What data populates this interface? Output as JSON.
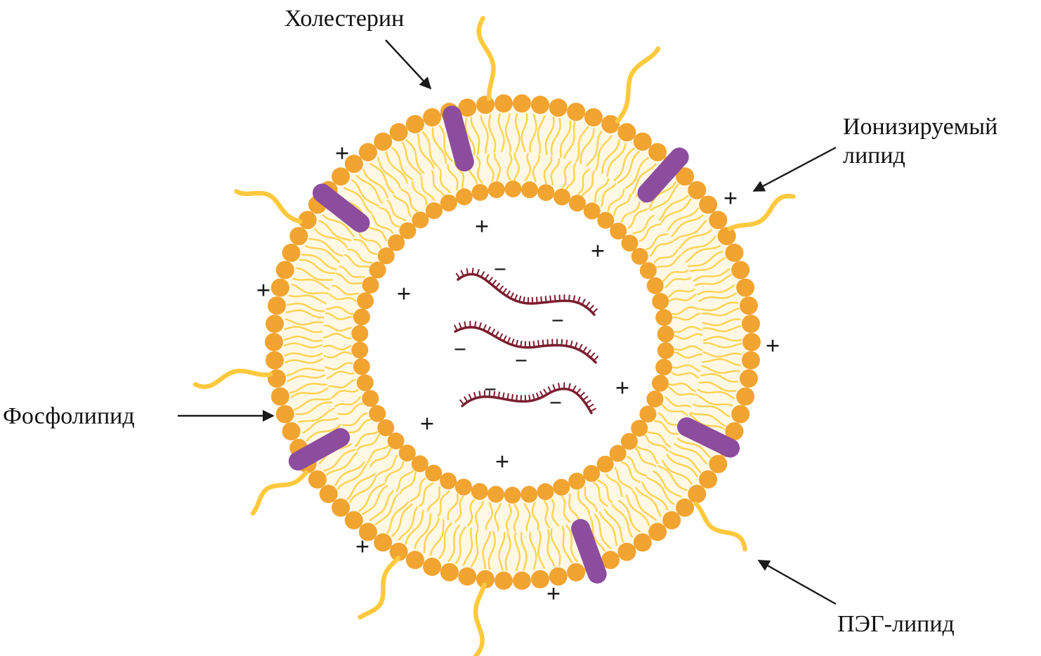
{
  "labels": {
    "cholesterol": "Холестерин",
    "ionizable_lipid": "Ионизируемый липид",
    "phospholipid": "Фосфолипид",
    "peg_lipid": "ПЭГ-липид"
  },
  "symbols": {
    "plus": "+",
    "minus": "−"
  },
  "colors": {
    "lipid_head": "#F2A430",
    "lipid_tail": "#FFD24F",
    "bilayer_tint": "#FFF6DC",
    "cholesterol_rod": "#8D4D9E",
    "peg_chain": "#FFC93E",
    "rna_strand": "#7B1D2F",
    "charge_text": "#1A1A1A",
    "arrow": "#1A1A1A"
  }
}
